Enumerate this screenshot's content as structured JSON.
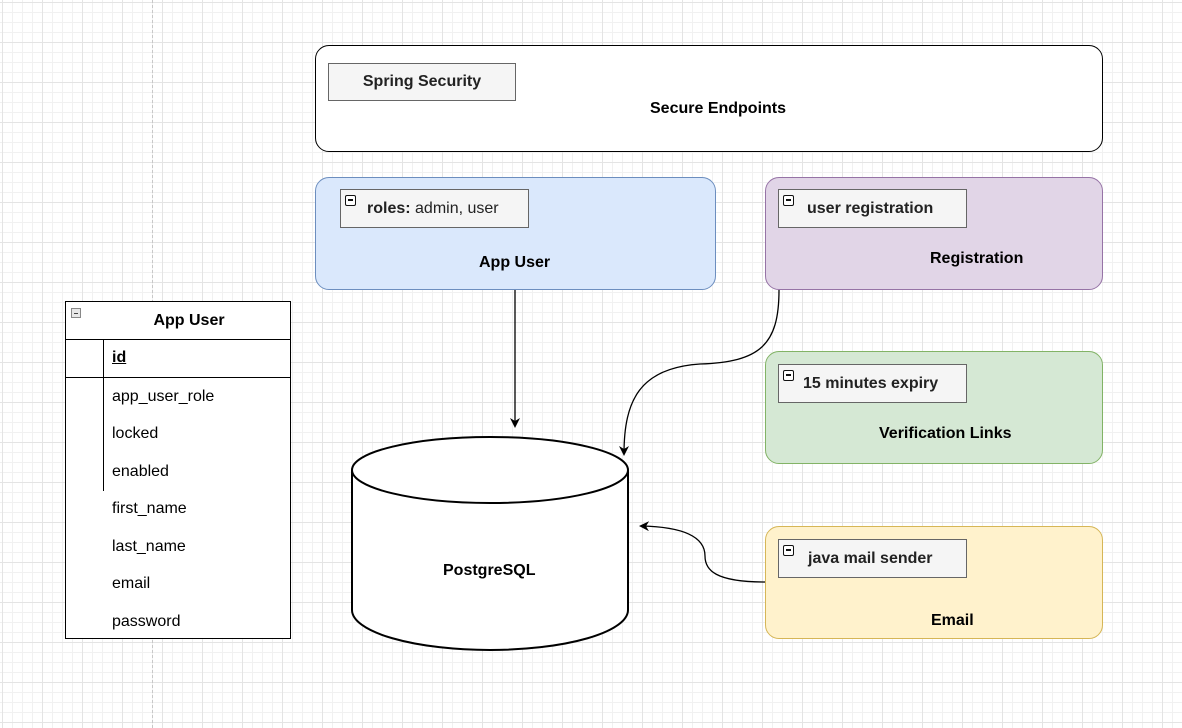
{
  "security": {
    "tag": "Spring Security",
    "title": "Secure Endpoints"
  },
  "app_user_node": {
    "tag_key": "roles:",
    "tag_value": " admin, user",
    "title": "App User"
  },
  "registration": {
    "tag": "user registration",
    "title": "Registration"
  },
  "verification": {
    "tag": "15 minutes expiry",
    "title": "Verification Links"
  },
  "email": {
    "tag": "java mail sender",
    "title": "Email"
  },
  "database": {
    "label": "PostgreSQL"
  },
  "er_table": {
    "title": "App User",
    "primary_key": "id",
    "fields": [
      "app_user_role",
      "locked",
      "enabled",
      "first_name",
      "last_name",
      "email",
      "password"
    ]
  },
  "colors": {
    "blue_fill": "#dae8fc",
    "blue_stroke": "#6c8ebf",
    "purple_fill": "#e1d5e7",
    "purple_stroke": "#9673a6",
    "green_fill": "#d5e8d4",
    "green_stroke": "#82b366",
    "yellow_fill": "#fff2cc",
    "yellow_stroke": "#d6b656"
  }
}
